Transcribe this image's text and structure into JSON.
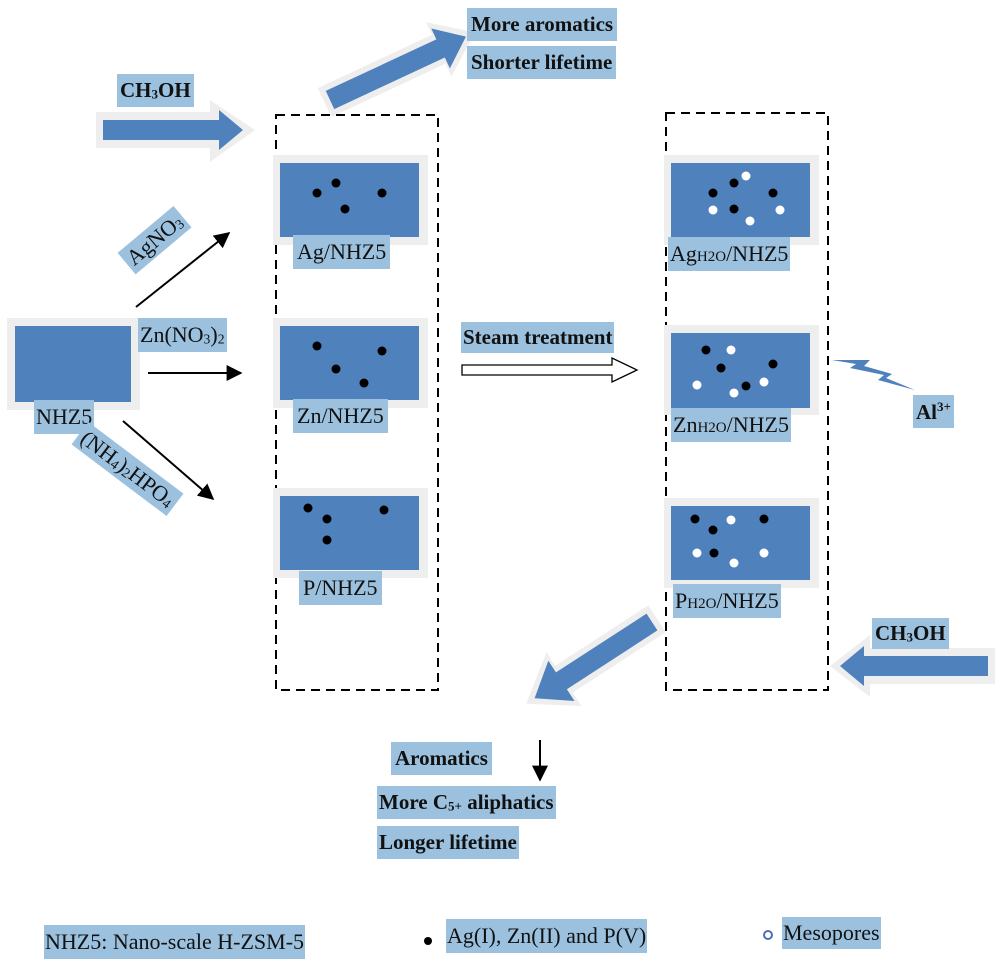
{
  "colors": {
    "block": "#4f81bd",
    "label_bg": "#9bc1de",
    "halo": "#eeeeee",
    "dot": "#000000",
    "mesopore": "#ffffff"
  },
  "feed_top": {
    "formula_pre": "CH",
    "formula_sub": "3",
    "formula_post": "OH"
  },
  "feed_bottom": {
    "formula_pre": "CH",
    "formula_sub": "3",
    "formula_post": "OH"
  },
  "outcome_top": [
    "More aromatics",
    "Shorter lifetime"
  ],
  "parent": {
    "label": "NHZ5"
  },
  "reagents": {
    "ag": {
      "pre": "AgNO",
      "sub": "3"
    },
    "zn": {
      "pre": "Zn(NO",
      "sub1": "3",
      "mid": ")",
      "sub2": "2"
    },
    "p": {
      "pre": "(NH",
      "sub1": "4",
      "mid": ")",
      "sub2": "2",
      "post": "HPO",
      "sub3": "4"
    }
  },
  "modified": [
    {
      "label": "Ag/NHZ5"
    },
    {
      "label": "Zn/NHZ5"
    },
    {
      "label": "P/NHZ5"
    }
  ],
  "steam": {
    "label": "Steam treatment"
  },
  "steamed": [
    {
      "metal": "Ag",
      "sub": "H2O",
      "rest": "/NHZ5"
    },
    {
      "metal": "Zn",
      "sub": "H2O",
      "rest": "/NHZ5"
    },
    {
      "metal": "P",
      "sub": "H2O",
      "rest": "/NHZ5"
    }
  ],
  "al": {
    "text": "Al",
    "sup": "3+"
  },
  "outcome_bottom": {
    "line1": "Aromatics",
    "line2_pre": "More C",
    "line2_sub": "5+",
    "line2_post": " aliphatics",
    "line3": "Longer lifetime"
  },
  "legend": {
    "nhz5": "NHZ5: Nano-scale H-ZSM-5",
    "dot": "Ag(I), Zn(II) and P(V)",
    "mesopore": "Mesopores"
  }
}
